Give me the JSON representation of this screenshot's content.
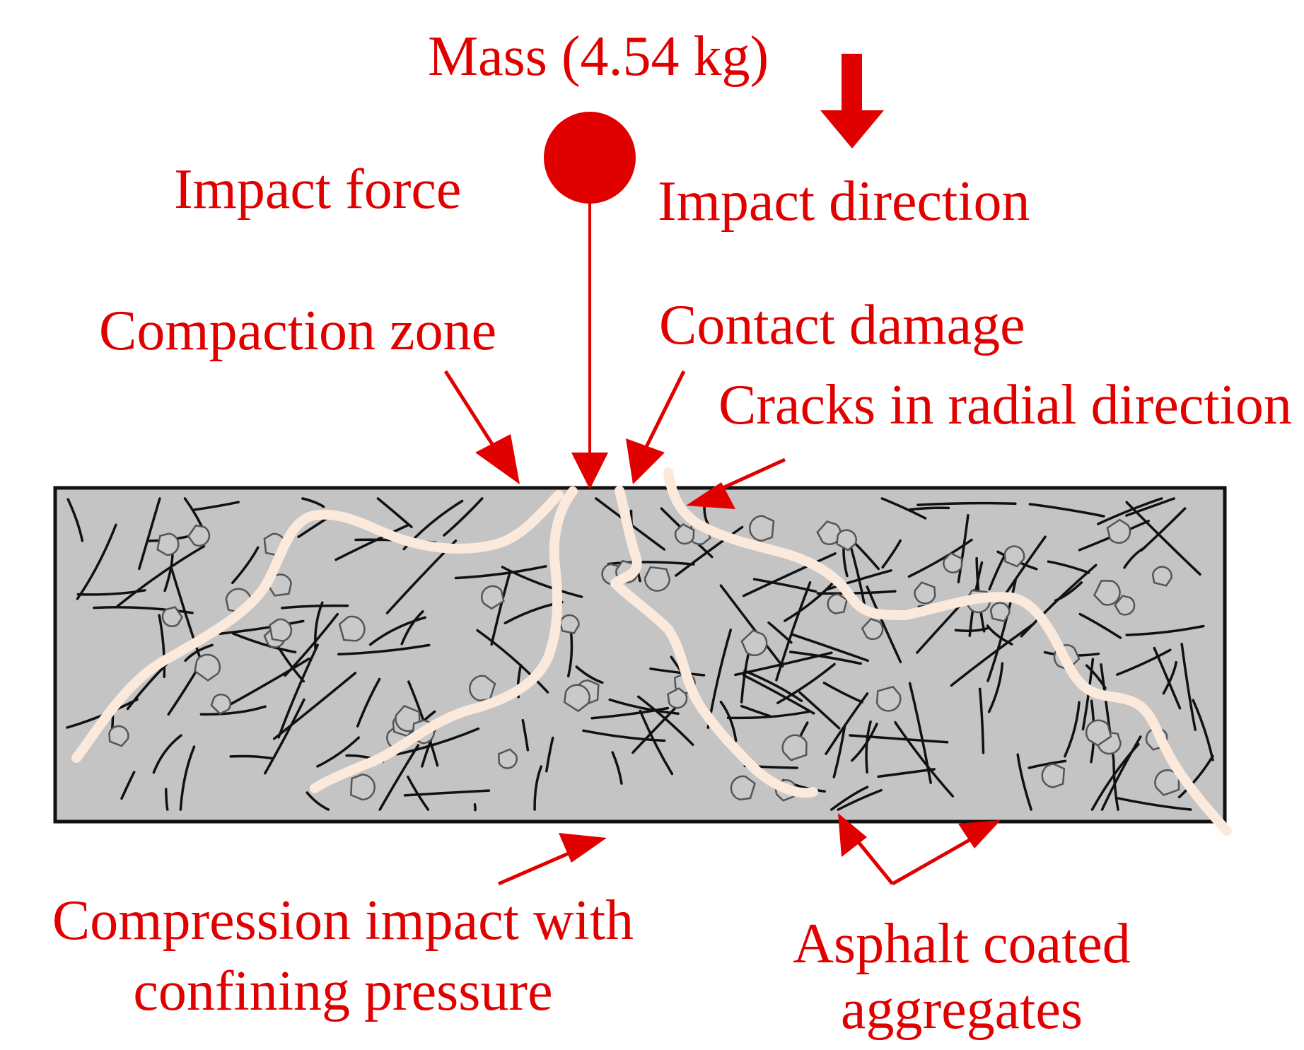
{
  "colors": {
    "label": "#e00000",
    "slab_fill": "#c4c4c4",
    "slab_border": "#111111",
    "fiber": "#111111",
    "crack": "#fbe9dc",
    "aggregate_stroke": "#555555"
  },
  "labels": {
    "mass": "Mass (4.54 kg)",
    "impact_force": "Impact force",
    "impact_direction": "Impact direction",
    "compaction_zone": "Compaction zone",
    "contact_damage": "Contact damage",
    "radial_cracks": "Cracks in radial direction",
    "compression_line1": "Compression impact with",
    "compression_line2": "confining pressure",
    "asphalt_line1": "Asphalt coated",
    "asphalt_line2": "aggregates"
  },
  "icons": {
    "mass": "solid-circle",
    "direction": "down-arrow"
  }
}
